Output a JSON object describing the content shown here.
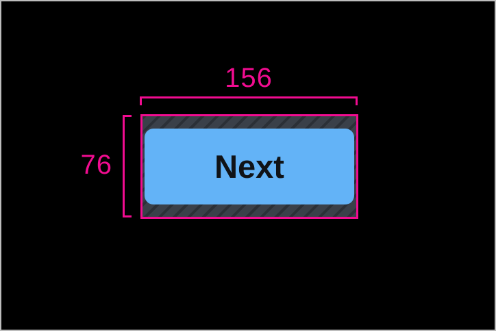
{
  "colors": {
    "accent": "#f10c90",
    "canvas_bg": "#000000",
    "frame_border": "#bdbdbd",
    "hatch_base": "#3a4049",
    "hatch_stripe": "#2b3037",
    "button_bg": "#63b3f7",
    "button_text": "#101317"
  },
  "inspector": {
    "width_value": "156",
    "height_value": "76"
  },
  "button": {
    "label": "Next"
  }
}
